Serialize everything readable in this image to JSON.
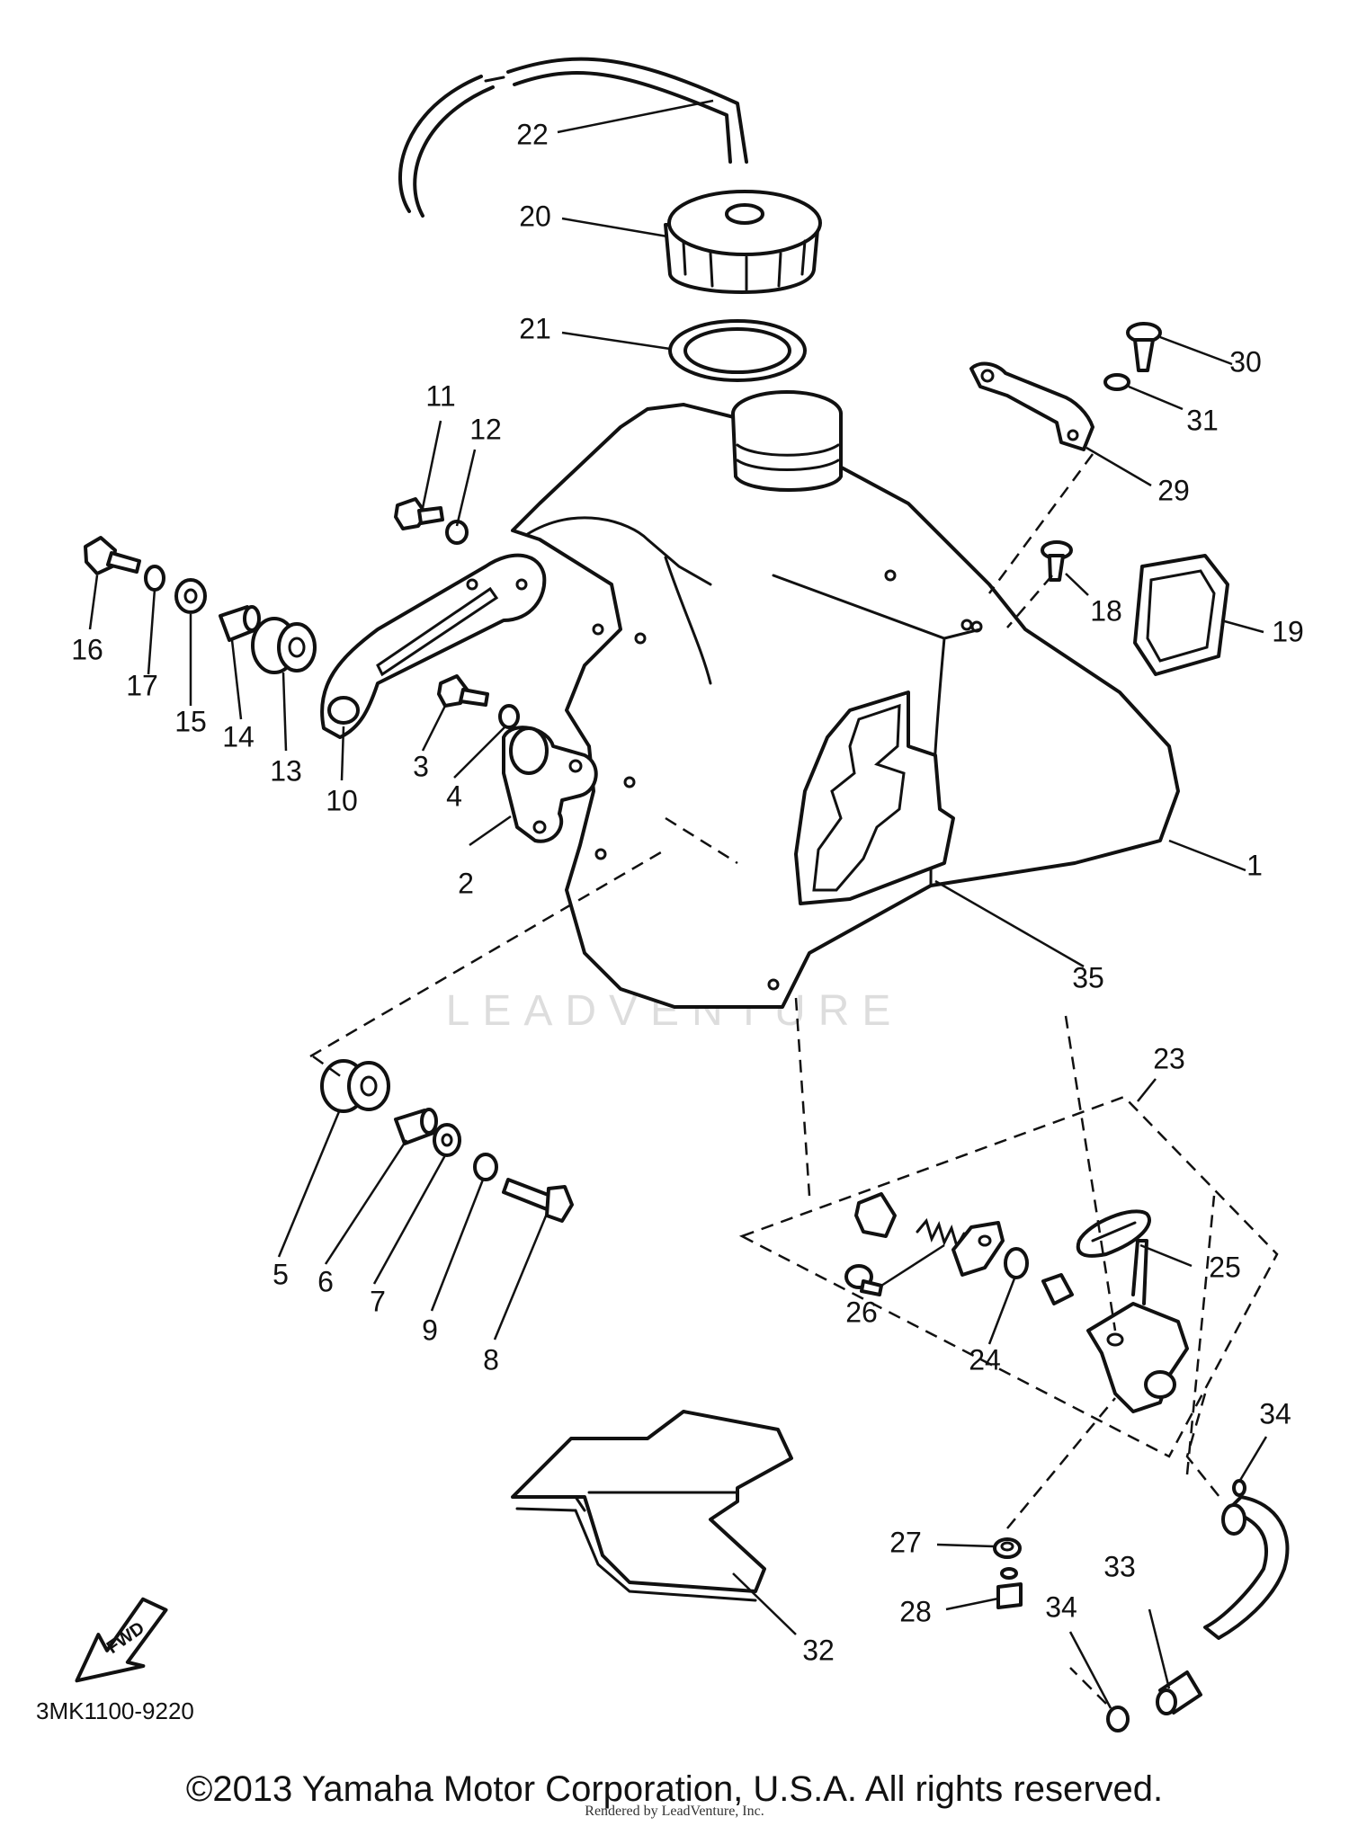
{
  "diagram": {
    "drawing_code": "3MK1100-9220",
    "fwd_label": "FWD",
    "watermark": "LEADVENTURE",
    "copyright": "©2013 Yamaha Motor Corporation, U.S.A. All rights reserved.",
    "rendered_by": "Rendered by LeadVenture, Inc.",
    "callouts": {
      "c1": "1",
      "c2": "2",
      "c3": "3",
      "c4": "4",
      "c5": "5",
      "c6": "6",
      "c7": "7",
      "c8": "8",
      "c9": "9",
      "c10": "10",
      "c11": "11",
      "c12": "12",
      "c13": "13",
      "c14": "14",
      "c15": "15",
      "c16": "16",
      "c17": "17",
      "c18": "18",
      "c19": "19",
      "c20": "20",
      "c21": "21",
      "c22": "22",
      "c23": "23",
      "c24": "24",
      "c25": "25",
      "c26": "26",
      "c27": "27",
      "c28": "28",
      "c29": "29",
      "c30": "30",
      "c31": "31",
      "c32": "32",
      "c33": "33",
      "c34a": "34",
      "c34b": "34",
      "c35": "35"
    }
  }
}
